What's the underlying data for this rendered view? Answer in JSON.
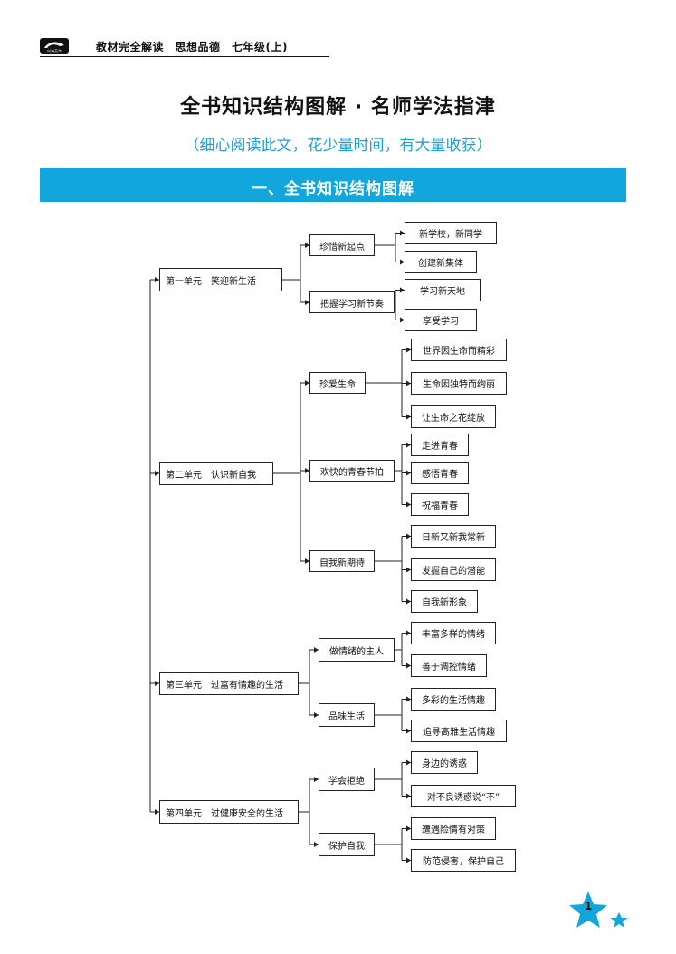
{
  "header": {
    "logo_text": "兴海英华",
    "text": "教材完全解读　思想品德　七年级(上)"
  },
  "title": "全书知识结构图解 · 名师学法指津",
  "subtitle": "（细心阅读此文，花少量时间，有大量收获）",
  "section_banner": "一、全书知识结构图解",
  "tree": {
    "units": [
      {
        "label": "第一单元　笑迎新生活",
        "sections": [
          {
            "label": "珍惜新起点",
            "items": [
              "新学校，新同学",
              "创建新集体"
            ]
          },
          {
            "label": "把握学习新节奏",
            "items": [
              "学习新天地",
              "享受学习"
            ]
          }
        ]
      },
      {
        "label": "第二单元　认识新自我",
        "sections": [
          {
            "label": "珍爱生命",
            "items": [
              "世界因生命而精彩",
              "生命因独特而绚丽",
              "让生命之花绽放"
            ]
          },
          {
            "label": "欢快的青春节拍",
            "items": [
              "走进青春",
              "感悟青春",
              "祝福青春"
            ]
          },
          {
            "label": "自我新期待",
            "items": [
              "日新又新我常新",
              "发掘自己的潜能",
              "自我新形象"
            ]
          }
        ]
      },
      {
        "label": "第三单元　过富有情趣的生活",
        "sections": [
          {
            "label": "做情绪的主人",
            "items": [
              "丰富多样的情绪",
              "善于调控情绪"
            ]
          },
          {
            "label": "品味生活",
            "items": [
              "多彩的生活情趣",
              "追寻高雅生活情趣"
            ]
          }
        ]
      },
      {
        "label": "第四单元　过健康安全的生活",
        "sections": [
          {
            "label": "学会拒绝",
            "items": [
              "身边的诱惑",
              "对不良诱惑说“不”"
            ]
          },
          {
            "label": "保护自我",
            "items": [
              "遭遇险情有对策",
              "防范侵害，保护自己"
            ]
          }
        ]
      }
    ]
  },
  "page_number": "1",
  "colors": {
    "accent": "#13a6dc",
    "subtitle": "#1ea0d4",
    "line": "#222222"
  }
}
